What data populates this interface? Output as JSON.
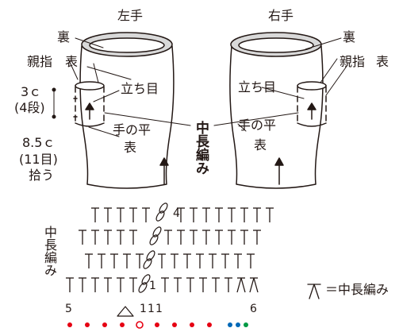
{
  "left_mitten": {
    "title": "左手",
    "back": "裏",
    "thumb": "親指",
    "front": "表",
    "height_measure": "3ｃ",
    "height_rows": "(4段)",
    "width_measure": "8.5ｃ",
    "width_stitches": "(11目)",
    "pickup": "拾う",
    "turning_chain": "立ち目",
    "palm": "手の平",
    "palm_side": "表"
  },
  "right_mitten": {
    "title": "右手",
    "back": "裏",
    "thumb": "親指",
    "front": "表",
    "turning_chain": "立ち目",
    "palm": "手の平",
    "palm_side": "表"
  },
  "center_label": "中長編み",
  "chart": {
    "side_label": "中長編み",
    "row_numbers": [
      "1",
      "4"
    ],
    "bottom_labels": [
      "5",
      "1",
      "1",
      "1",
      "6"
    ],
    "legend": "＝中長編み"
  },
  "colors": {
    "line": "#231815",
    "red_dot": "#e60012",
    "blue_dot": "#0068b7",
    "green_dot": "#009944",
    "mitten_top": "#d9d9d9"
  },
  "chart_dots": [
    "red",
    "red",
    "red",
    "red",
    "red-open",
    "red",
    "red",
    "red",
    "red",
    "blue",
    "blue",
    "green"
  ]
}
